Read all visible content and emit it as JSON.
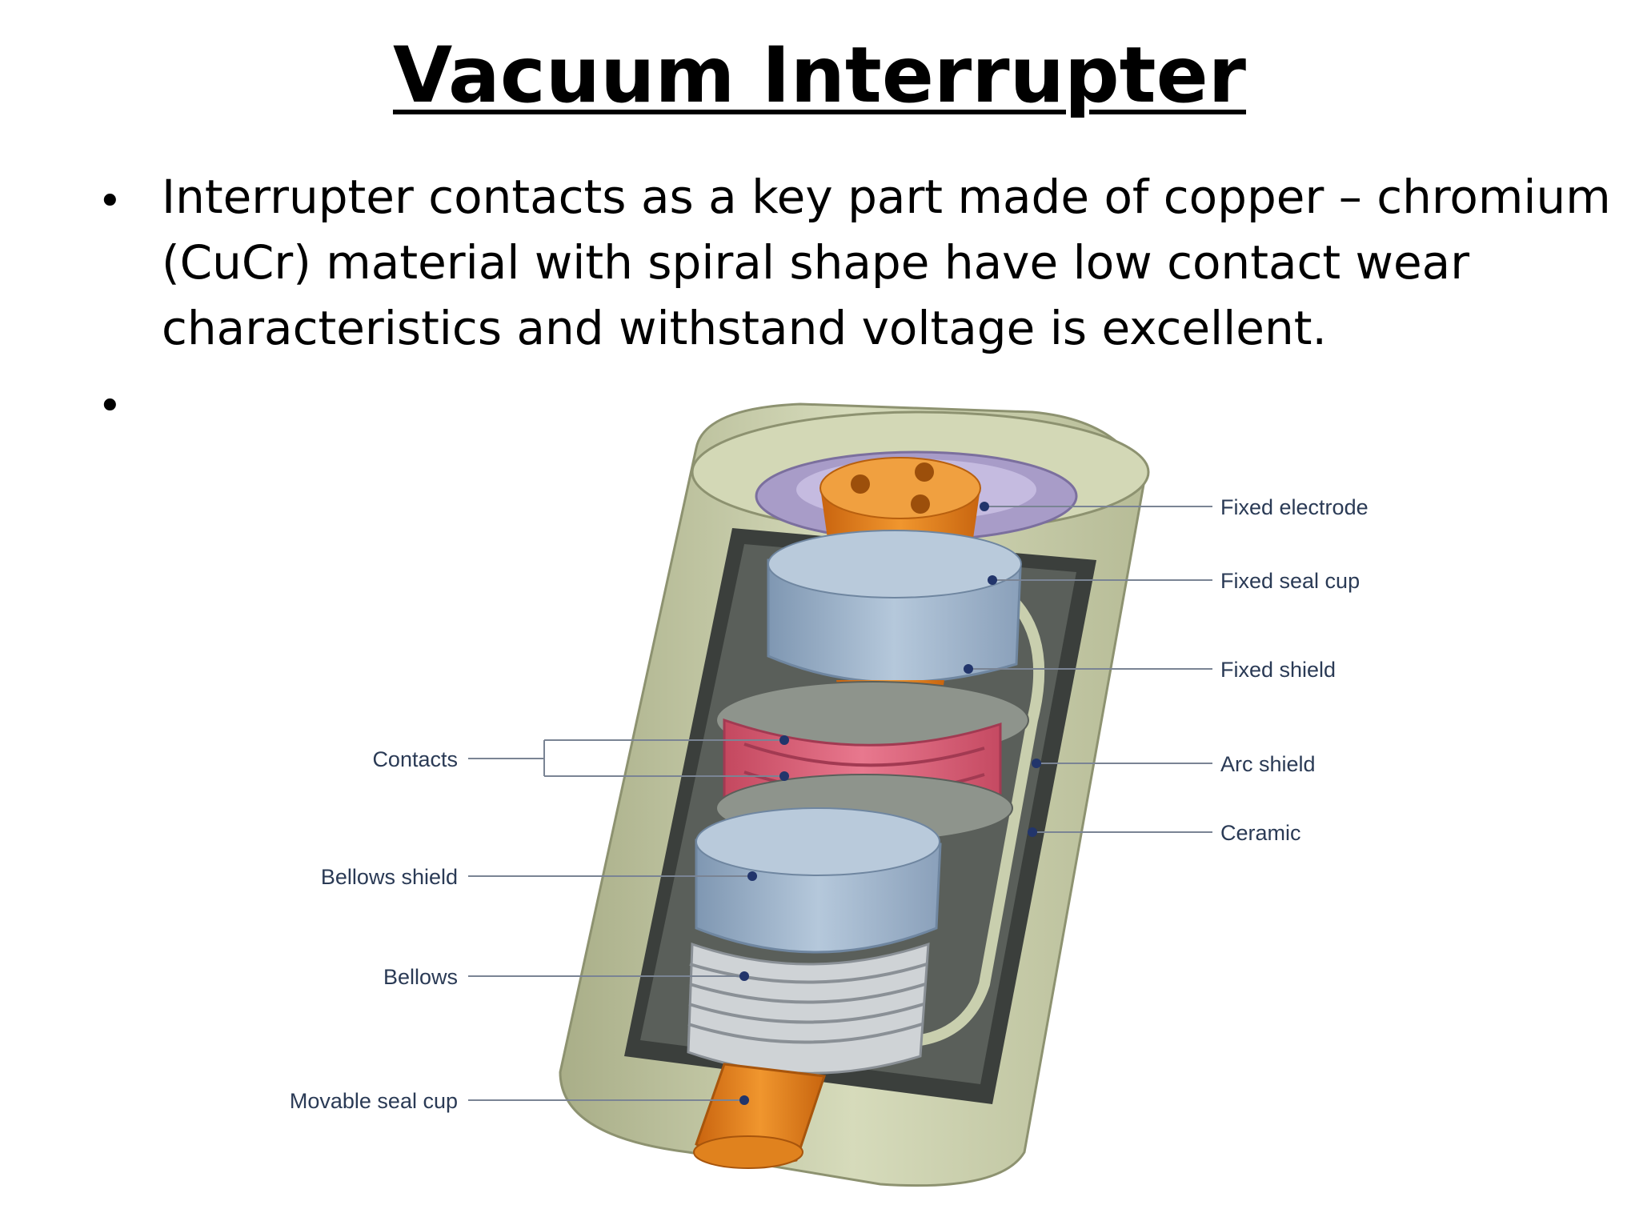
{
  "slide": {
    "title": "Vacuum Interrupter",
    "bullets": [
      {
        "lines": [
          "Interrupter contacts as a key part made of copper – chromium",
          "(CuCr) material with spiral shape have low contact wear",
          "characteristics and withstand voltage is excellent."
        ]
      },
      {
        "lines": []
      }
    ],
    "bullet_glyph": "•"
  },
  "diagram": {
    "labels_right": [
      "Fixed electrode",
      "Fixed seal cup",
      "Fixed shield",
      "Arc shield",
      "Ceramic"
    ],
    "labels_left": [
      "Contacts",
      "Bellows shield",
      "Bellows",
      "Movable seal cup"
    ],
    "colors": {
      "ceramic_body": "#c9cfae",
      "seal_cup": "#a89cc8",
      "copper": "#e0821e",
      "shield": "#9fb5cc",
      "contacts": "#d9607a",
      "dark_interior": "#3b3f3c",
      "leader_line": "#7a8494",
      "leader_dot": "#22356b"
    }
  }
}
